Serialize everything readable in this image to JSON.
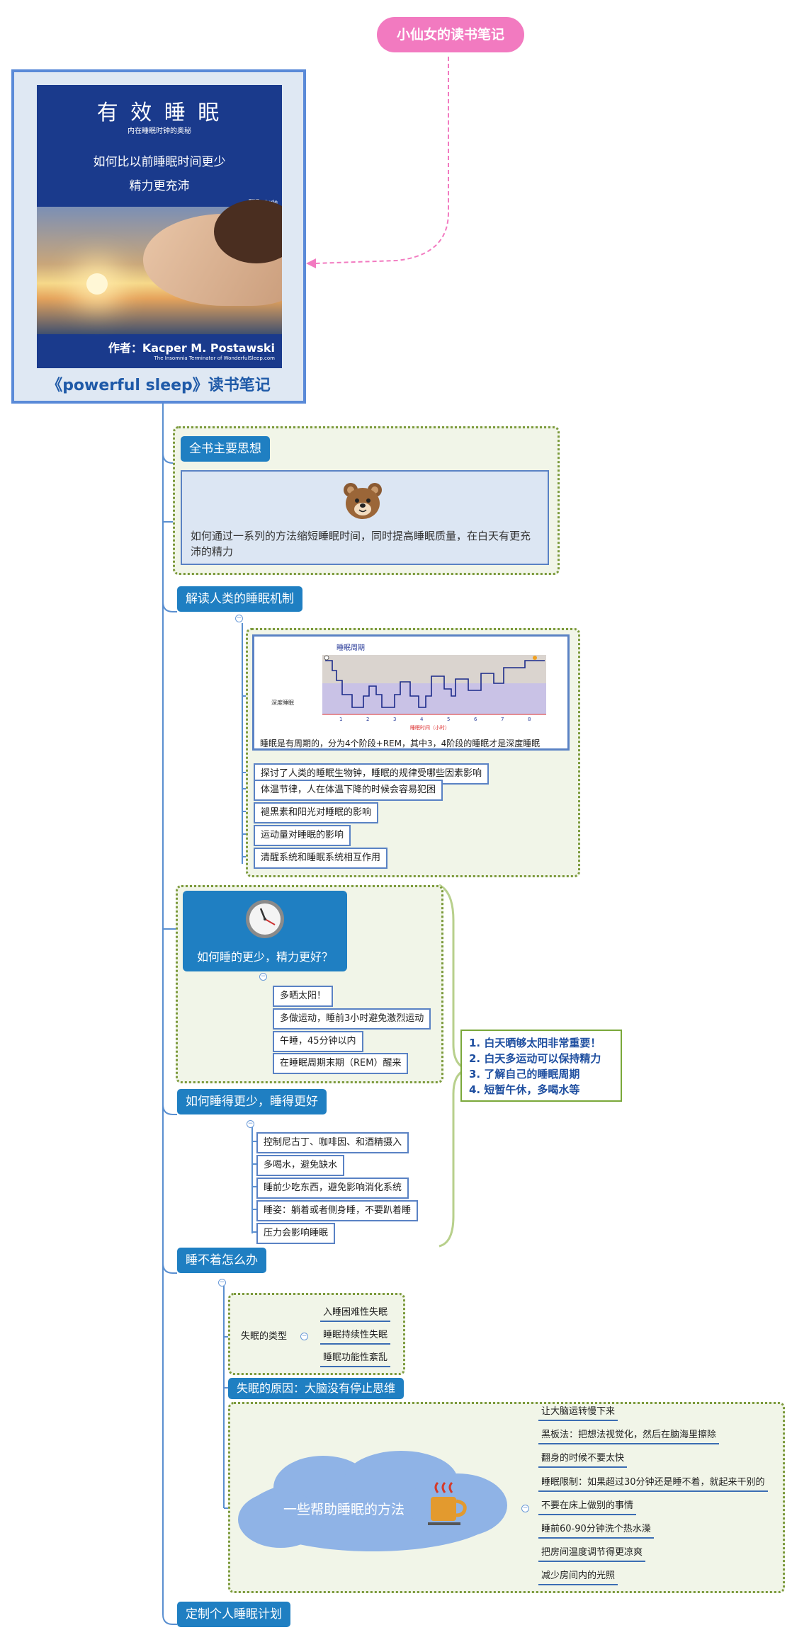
{
  "callout": "小仙女的读书笔记",
  "book": {
    "title": "有 效 睡 眠",
    "subtitle": "内在睡眠时钟的奥秘",
    "tagline1": "如何比以前睡眠时间更少",
    "tagline2": "精力更充沛",
    "translator": "翻译：Jude",
    "author": "作者：Kacper M. Postawski",
    "author_sub": "The Insomnia Terminator of WonderfulSleep.com",
    "caption": "《powerful sleep》读书笔记"
  },
  "section1": {
    "label": "全书主要思想",
    "text": "如何通过一系列的方法缩短睡眠时间，同时提高睡眠质量，在白天有更充沛的精力"
  },
  "section2": {
    "label": "解读人类的睡眠机制",
    "chart_title": "睡眠周期",
    "chart_ylabel": "深度睡眠",
    "chart_xlabel": "睡眠时间（小时）",
    "chart_caption": "睡眠是有周期的，分为4个阶段+REM，其中3，4阶段的睡眠才是深度睡眠",
    "items": [
      "探讨了人类的睡眠生物钟，睡眠的规律受哪些因素影响",
      "体温节律，人在体温下降的时候会容易犯困",
      "褪黑素和阳光对睡眠的影响",
      "运动量对睡眠的影响",
      "清醒系统和睡眠系统相互作用"
    ]
  },
  "section3": {
    "label": "如何睡的更少，精力更好？",
    "items": [
      "多晒太阳！",
      "多做运动，睡前3小时避免激烈运动",
      "午睡，45分钟以内",
      "在睡眠周期末期（REM）醒来"
    ]
  },
  "section4": {
    "label": "如何睡得更少，睡得更好",
    "items": [
      "控制尼古丁、咖啡因、和酒精摄入",
      "多喝水，避免缺水",
      "睡前少吃东西，避免影响消化系统",
      "睡姿：躺着或者侧身睡，不要趴着睡",
      "压力会影响睡眠"
    ]
  },
  "summary": [
    "1. 白天晒够太阳非常重要！",
    "2. 白天多运动可以保持精力",
    "3. 了解自己的睡眠周期",
    "4. 短暂午休，多喝水等"
  ],
  "section5": {
    "label": "睡不着怎么办",
    "types_label": "失眠的类型",
    "types": [
      "入睡困难性失眠",
      "睡眠持续性失眠",
      "睡眠功能性紊乱"
    ],
    "cause": "失眠的原因：大脑没有停止思维",
    "cloud_label": "一些帮助睡眠的方法",
    "methods": [
      "让大脑运转慢下来",
      "黑板法：把想法视觉化，然后在脑海里擦除",
      "翻身的时候不要太快",
      "睡眠限制：如果超过30分钟还是睡不着，就起来干别的",
      "不要在床上做别的事情",
      "睡前60-90分钟洗个热水澡",
      "把房间温度调节得更凉爽",
      "减少房间内的光照"
    ]
  },
  "section6": {
    "label": "定制个人睡眠计划"
  },
  "colors": {
    "tag_blue": "#1f7fc2",
    "callout_pink": "#f27ac0",
    "box_green": "#f1f5e8",
    "summary_text": "#1f4fa0"
  },
  "icons": [
    "bear-icon",
    "clock-icon",
    "coffee-icon",
    "sun-icon",
    "moon-icon"
  ]
}
